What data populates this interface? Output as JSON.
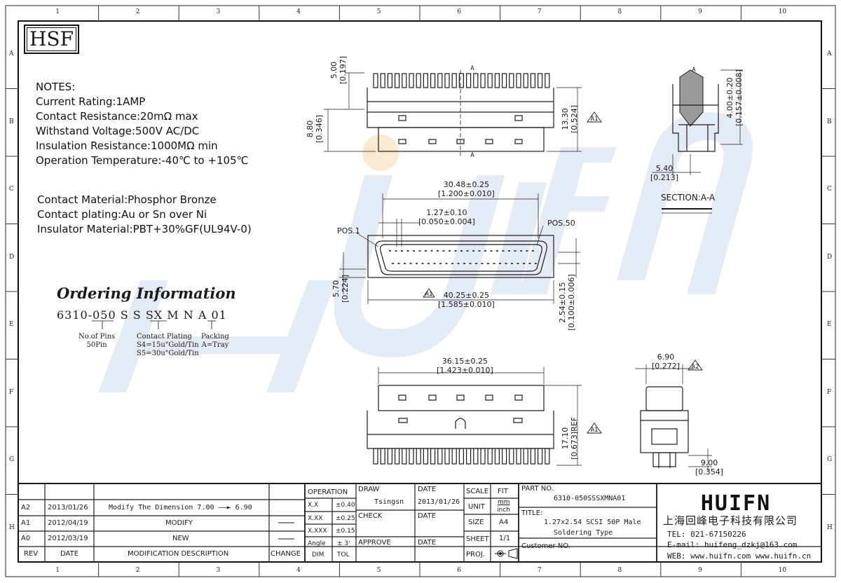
{
  "badge": "HSF",
  "frame": {
    "columns": [
      "1",
      "2",
      "3",
      "4",
      "5",
      "6",
      "7",
      "8",
      "9",
      "10"
    ],
    "rows": [
      "A",
      "B",
      "C",
      "D",
      "E",
      "F",
      "G",
      "H"
    ]
  },
  "notes": {
    "heading": "NOTES:",
    "lines": [
      "Current Rating:1AMP",
      "Contact Resistance:20mΩ max",
      "Withstand Voltage:500V AC/DC",
      "Insulation Resistance:1000MΩ min",
      "Operation Temperature:-40℃ to +105℃"
    ],
    "material_lines": [
      "Contact Material:Phosphor Bronze",
      "Contact plating:Au or Sn over Ni",
      "Insulator Material:PBT+30%GF(UL94V-0)"
    ]
  },
  "ordering": {
    "title": "Ordering Information",
    "code": "6310-050 S S SX M N A 01",
    "pins_label": "No.of Pins",
    "pins_value": "50Pin",
    "plating_label": "Contact Plating",
    "plating_s4": "S4=15u\"Gold/Tin",
    "plating_s5": "S5=30u\"Gold/Tin",
    "packing_label": "Packing",
    "packing_value": "A=Tray"
  },
  "dimensions": {
    "d_500": "5.00",
    "d_500_in": "[0.197]",
    "d_880": "8.80",
    "d_880_in": "[0.346]",
    "d_1330": "13.30",
    "d_1330_in": "[0.524]",
    "d_400": "4.00±0.20",
    "d_400_in": "[0.157±0.008]",
    "d_540": "5.40",
    "d_540_in": "[0.213]",
    "section": "SECTION:A-A",
    "d_3048": "30.48±0.25",
    "d_3048_in": "[1.200±0.010]",
    "d_127": "1.27±0.10",
    "d_127_in": "[0.050±0.004]",
    "pos1": "POS.1",
    "pos50": "POS.50",
    "d_570": "5.70",
    "d_570_in": "[0.224]",
    "d_4025": "40.25±0.25",
    "d_4025_in": "[1.585±0.010]",
    "d_254": "2.54±0.15",
    "d_254_in": "[0.100±0.006]",
    "d_3615": "36.15±0.25",
    "d_3615_in": "[1.423±0.010]",
    "d_1710": "17.10",
    "d_1710_in": "[0.673]REF",
    "d_690": "6.90",
    "d_690_in": "[0.272]",
    "d_900": "9.00",
    "d_900_in": "[0.354]",
    "cut_a": "A",
    "rev_a1": "A1",
    "rev_a2": "A2"
  },
  "revisions": {
    "headers": {
      "rev": "REV",
      "date": "DATE",
      "desc": "MODIFICATION DESCRIPTION",
      "change": "CHANGE"
    },
    "rows": [
      {
        "rev": "A2",
        "date": "2013/01/26",
        "desc": "Modify The  Dimension 7.00 ——► 6.90"
      },
      {
        "rev": "A1",
        "date": "2012/04/19",
        "desc": "MODIFY"
      },
      {
        "rev": "A0",
        "date": "2012/03/19",
        "desc": "NEW"
      }
    ]
  },
  "tolerance": {
    "header": "OPERATION",
    "rows": [
      [
        "X.X",
        "±0.40"
      ],
      [
        "X.XX",
        "±0.25"
      ],
      [
        "X.XXX",
        "±0.15"
      ],
      [
        "Angle",
        "± 3'"
      ]
    ],
    "foot": [
      "DIM",
      "TOL"
    ]
  },
  "approval": {
    "draw_label": "DRAW",
    "draw_value": "Tsingsn",
    "check_label": "CHECK",
    "approve_label": "APPROVE",
    "date_label": "DATE",
    "date_value": "2013/01/26",
    "scale_label": "SCALE",
    "scale_value": "FIT",
    "unit_label": "UNIT",
    "unit_mm": "mm",
    "unit_inch": "inch",
    "size_label": "SIZE",
    "size_value": "A4",
    "sheet_label": "SHEET",
    "sheet_value": "1/1",
    "proj_label": "PROJ."
  },
  "part": {
    "part_no_label": "PART NO.",
    "part_no": "6310-050SSSXMNA01",
    "title_label": "TITLE:",
    "title_line1": "1.27x2.54 SCSI 50P Male",
    "title_line2": "Soldering Type",
    "customer_label": "Customer NO."
  },
  "company": {
    "logo": "HUIFN",
    "name_cn": "上海回峰电子科技有限公司",
    "tel": "TEL: 021-67150226",
    "email": "E-mail: huifeng_dzkj@163.com",
    "web": "WEB: www.huifn.com  www.huifn.cn"
  },
  "watermark": "HUIFN",
  "colors": {
    "line": "#1a1a1a",
    "watermark": "#dfe6f2",
    "watermark_dot": "#f6e6c9"
  }
}
